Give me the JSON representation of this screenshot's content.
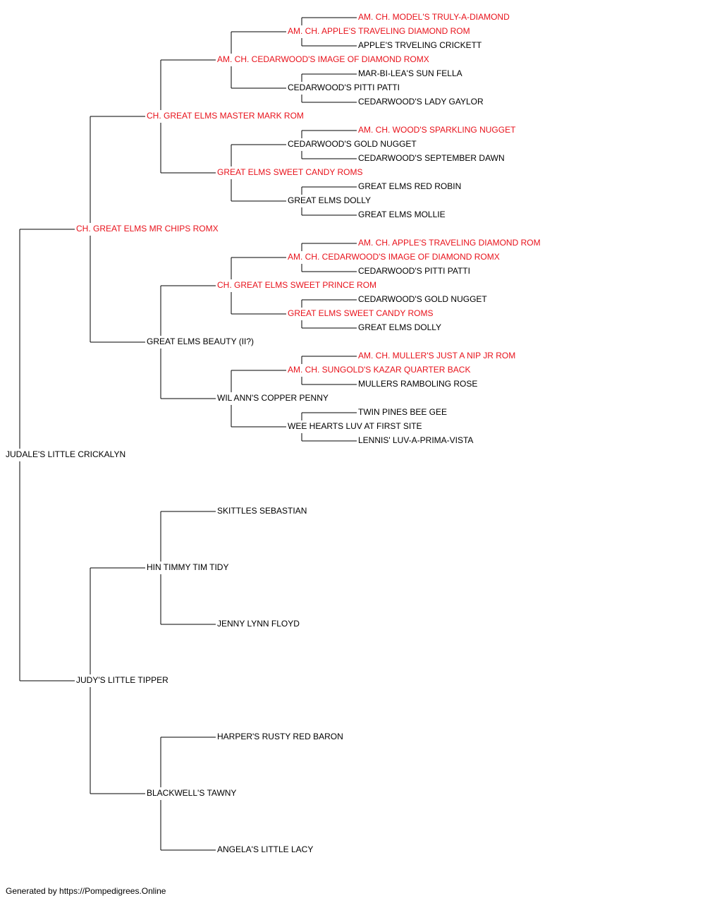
{
  "colors": {
    "line": "#000000",
    "normal_text": "#000000",
    "champion_text": "#e8121b",
    "background": "#ffffff"
  },
  "pedigree": {
    "name": "JUDALE'S LITTLE CRICKALYN",
    "champion": false,
    "sire": {
      "name": "CH. GREAT ELMS MR CHIPS ROMX",
      "champion": true,
      "sire": {
        "name": "CH. GREAT ELMS MASTER MARK ROM",
        "champion": true,
        "sire": {
          "name": "AM. CH. CEDARWOOD'S IMAGE OF DIAMOND ROMX",
          "champion": true,
          "sire": {
            "name": "AM. CH. APPLE'S TRAVELING DIAMOND ROM",
            "champion": true,
            "sire": {
              "name": "AM. CH. MODEL'S TRULY-A-DIAMOND",
              "champion": true
            },
            "dam": {
              "name": "APPLE'S TRVELING CRICKETT",
              "champion": false
            }
          },
          "dam": {
            "name": "CEDARWOOD'S PITTI PATTI",
            "champion": false,
            "sire": {
              "name": "MAR-BI-LEA'S SUN FELLA",
              "champion": false
            },
            "dam": {
              "name": "CEDARWOOD'S LADY GAYLOR",
              "champion": false
            }
          }
        },
        "dam": {
          "name": "GREAT ELMS SWEET CANDY ROMS",
          "champion": true,
          "sire": {
            "name": "CEDARWOOD'S GOLD NUGGET",
            "champion": false,
            "sire": {
              "name": "AM. CH. WOOD'S SPARKLING NUGGET",
              "champion": true
            },
            "dam": {
              "name": "CEDARWOOD'S SEPTEMBER DAWN",
              "champion": false
            }
          },
          "dam": {
            "name": "GREAT ELMS DOLLY",
            "champion": false,
            "sire": {
              "name": "GREAT ELMS RED ROBIN",
              "champion": false
            },
            "dam": {
              "name": "GREAT ELMS MOLLIE",
              "champion": false
            }
          }
        }
      },
      "dam": {
        "name": "GREAT ELMS BEAUTY (II?)",
        "champion": false,
        "sire": {
          "name": "CH. GREAT ELMS SWEET PRINCE ROM",
          "champion": true,
          "sire": {
            "name": "AM. CH. CEDARWOOD'S IMAGE OF DIAMOND ROMX",
            "champion": true,
            "sire": {
              "name": "AM. CH. APPLE'S TRAVELING DIAMOND ROM",
              "champion": true
            },
            "dam": {
              "name": "CEDARWOOD'S PITTI PATTI",
              "champion": false
            }
          },
          "dam": {
            "name": "GREAT ELMS SWEET CANDY ROMS",
            "champion": true,
            "sire": {
              "name": "CEDARWOOD'S GOLD NUGGET",
              "champion": false
            },
            "dam": {
              "name": "GREAT ELMS DOLLY",
              "champion": false
            }
          }
        },
        "dam": {
          "name": "WIL ANN'S COPPER PENNY",
          "champion": false,
          "sire": {
            "name": "AM. CH. SUNGOLD'S KAZAR QUARTER BACK",
            "champion": true,
            "sire": {
              "name": "AM. CH. MULLER'S JUST A NIP JR ROM",
              "champion": true
            },
            "dam": {
              "name": "MULLERS RAMBOLING ROSE",
              "champion": false
            }
          },
          "dam": {
            "name": "WEE HEARTS LUV AT FIRST SITE",
            "champion": false,
            "sire": {
              "name": "TWIN PINES BEE GEE",
              "champion": false
            },
            "dam": {
              "name": "LENNIS' LUV-A-PRIMA-VISTA",
              "champion": false
            }
          }
        }
      }
    },
    "dam": {
      "name": "JUDY'S LITTLE TIPPER",
      "champion": false,
      "sire": {
        "name": "HIN TIMMY TIM TIDY",
        "champion": false,
        "sire": {
          "name": "SKITTLES SEBASTIAN",
          "champion": false
        },
        "dam": {
          "name": "JENNY LYNN FLOYD",
          "champion": false
        }
      },
      "dam": {
        "name": "BLACKWELL'S TAWNY",
        "champion": false,
        "sire": {
          "name": "HARPER'S RUSTY RED BARON",
          "champion": false
        },
        "dam": {
          "name": "ANGELA'S LITTLE LACY",
          "champion": false
        }
      }
    }
  },
  "footer": {
    "text": "Generated by https://Pompedigrees.Online"
  }
}
